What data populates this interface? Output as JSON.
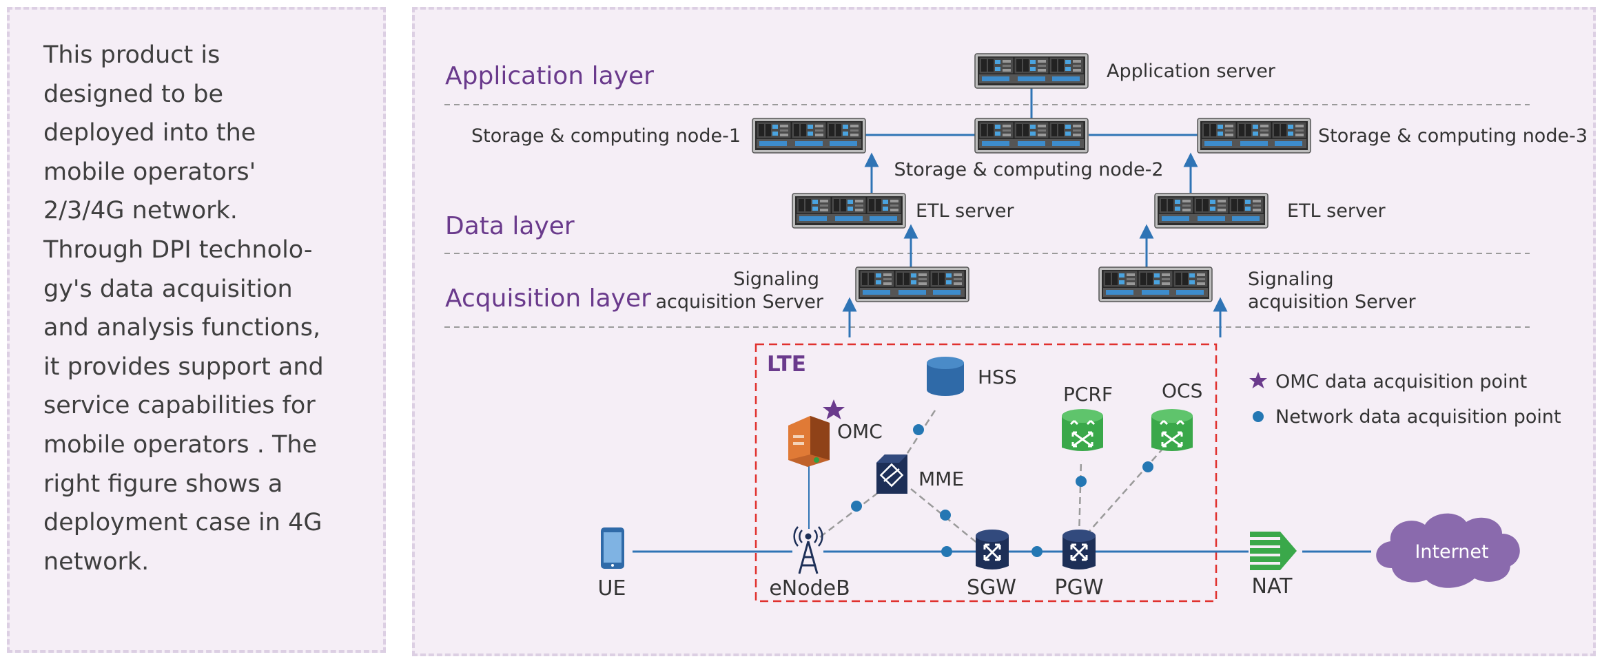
{
  "intro": {
    "lines": [
      "This product is",
      "designed to be",
      "deployed into the",
      "mobile operators'",
      "2/3/4G network.",
      "Through DPI technolo-",
      "gy's data acquisition",
      "and analysis functions,",
      "it provides support and",
      "service capabilities for",
      "mobile operators . The",
      "right figure shows a",
      "deployment case in 4G",
      "network."
    ]
  },
  "layers": {
    "application": "Application layer",
    "data": "Data layer",
    "acquisition": "Acquisition layer"
  },
  "servers": {
    "application": "Application server",
    "storage_1": "Storage & computing node-1",
    "storage_2": "Storage & computing node-2",
    "storage_3": "Storage & computing node-3",
    "etl_left": "ETL server",
    "etl_right": "ETL server",
    "signaling_left": [
      "Signaling",
      "acquisition Server"
    ],
    "signaling_right": [
      "Signaling",
      "acquisition Server"
    ]
  },
  "lte": {
    "label": "LTE",
    "nodes": {
      "hss": "HSS",
      "omc": "OMC",
      "mme": "MME",
      "pcrf": "PCRF",
      "ocs": "OCS",
      "sgw": "SGW",
      "pgw": "PGW",
      "enodeb": "eNodeB"
    }
  },
  "external": {
    "ue": "UE",
    "nat": "NAT",
    "internet": "Internet"
  },
  "legend": {
    "omc_point": "OMC data acquisition point",
    "network_point": "Network data acquisition point"
  },
  "colors": {
    "panel_bg": "#f5eef6",
    "panel_border": "#dccfe3",
    "layer_title": "#6a3a8c",
    "link": "#2f74b5",
    "lte_border": "#e0312e",
    "navy_node": "#1d2f57",
    "green_node": "#3aa84a",
    "cloud": "#8a6aad",
    "star": "#6a3a8c",
    "dot": "#2477b3"
  }
}
